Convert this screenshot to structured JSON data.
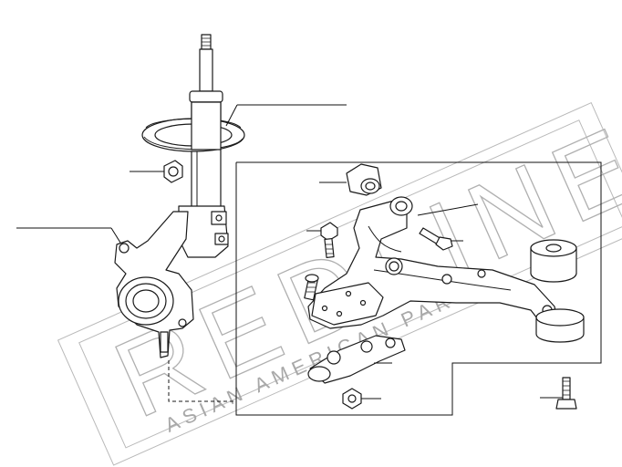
{
  "watermark": {
    "brand": "REDLINE",
    "tagline": "ASIAN AMERICAN PARTS"
  },
  "parts": [
    {
      "id": "strut-assembly"
    },
    {
      "id": "coil-spring"
    },
    {
      "id": "stabilizer-link-nut"
    },
    {
      "id": "steering-knuckle"
    },
    {
      "id": "front-bushing"
    },
    {
      "id": "bushing-bolt"
    },
    {
      "id": "front-bolt"
    },
    {
      "id": "arm-bolt"
    },
    {
      "id": "lower-control-arm"
    },
    {
      "id": "rear-bushing"
    },
    {
      "id": "ball-joint"
    },
    {
      "id": "ball-joint-nut"
    },
    {
      "id": "rear-bushing-bolt"
    }
  ]
}
